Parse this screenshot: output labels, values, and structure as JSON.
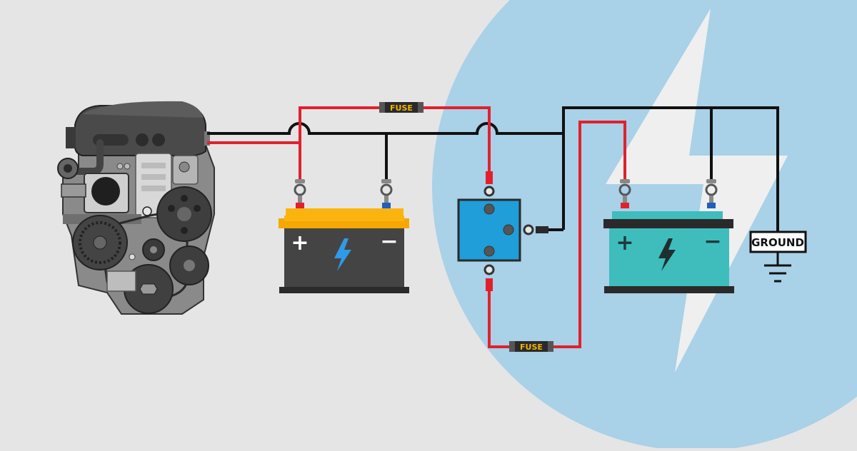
{
  "colors": {
    "background": "#e5e5e5",
    "circle": "#a9d1e8",
    "bolt_white": "#efefef",
    "wire_positive": "#e2202c",
    "wire_negative": "#111111",
    "battery_yellow": "#fbb40f",
    "battery_body_dark": "#444444",
    "battery_teal": "#3fbdbd",
    "isolator_blue": "#1f9ed9",
    "fuse_text": "#f4b400"
  },
  "labels": {
    "fuse_top": "FUSE",
    "fuse_bottom": "FUSE",
    "ground": "GROUND",
    "battery1_plus": "+",
    "battery1_minus": "−",
    "battery2_plus": "+",
    "battery2_minus": "−"
  },
  "icons": {
    "engine": "engine-icon",
    "battery1_symbol": "lightning-bolt-icon",
    "battery2_symbol": "lightning-bolt-icon",
    "ground_symbol": "ground-symbol-icon",
    "background_symbol": "lightning-bolt-icon"
  }
}
